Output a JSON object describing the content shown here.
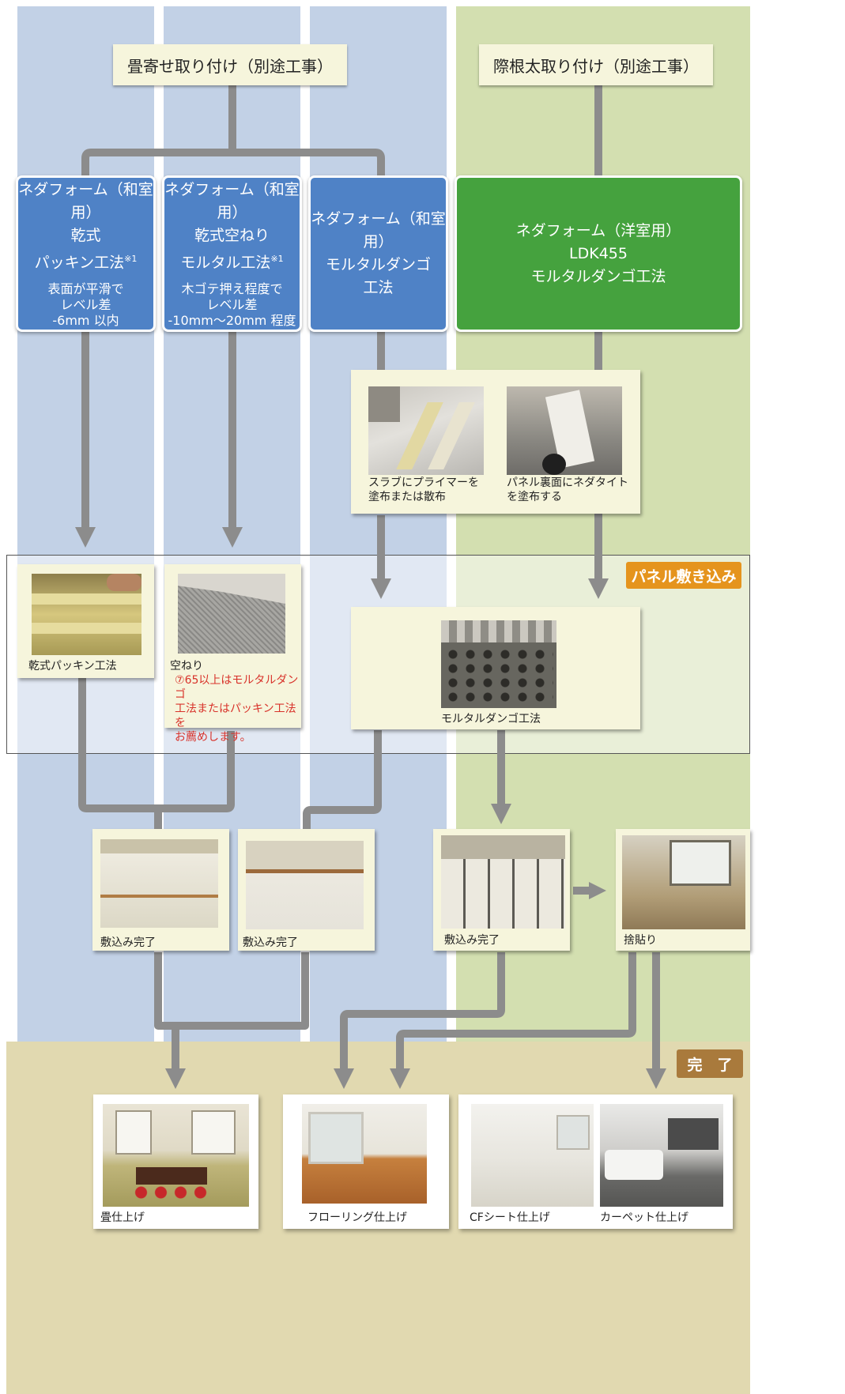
{
  "colors": {
    "blue_band": "#c2d1e6",
    "green_band": "#d3dfb0",
    "blue_box": "#4f82c6",
    "green_box": "#45a23e",
    "cream": "#f6f5dc",
    "tan_band": "#e1d9b0",
    "arrow": "#8c8c8c",
    "orange_tag": "#e5941d",
    "brown_tag": "#a97a3c",
    "note_red": "#d8322a"
  },
  "headers": {
    "left": "畳寄せ取り付け（別途工事）",
    "right": "際根太取り付け（別途工事）"
  },
  "methods": [
    {
      "line1": "ネダフォーム（和室用）",
      "line2": "乾式",
      "line3": "パッキン工法",
      "mark": "※1",
      "sub1": "表面が平滑で",
      "sub2": "レベル差",
      "sub3": "-6mm 以内"
    },
    {
      "line1": "ネダフォーム（和室用）",
      "line2": "乾式空ねり",
      "line3": "モルタル工法",
      "mark": "※1",
      "sub1": "木ゴテ押え程度で",
      "sub2": "レベル差",
      "sub3": "-10mm～20mm 程度"
    },
    {
      "line1": "ネダフォーム（和室用）",
      "line2": "モルタルダンゴ",
      "line3": "工法"
    },
    {
      "line1": "ネダフォーム（洋室用）",
      "line2": "LDK455",
      "line3": "モルタルダンゴ工法"
    }
  ],
  "prep": {
    "primer_caption_1": "スラブにプライマーを",
    "primer_caption_2": "塗布または散布",
    "tite_caption_1": "パネル裏面にネダタイト",
    "tite_caption_2": "を塗布する"
  },
  "stage_panel": {
    "tag": "パネル敷き込み",
    "packing_caption": "乾式パッキン工法",
    "karaneri_caption": "空ねり",
    "note_icon": "⑦",
    "note_1": "65以上はモルタルダンゴ",
    "note_2": "工法またはパッキン工法を",
    "note_3": "お薦めします。",
    "dango_caption": "モルタルダンゴ工法"
  },
  "laid": {
    "caption_1": "敷込み完了",
    "caption_2": "敷込み完了",
    "caption_3": "敷込み完了",
    "caption_4": "捨貼り"
  },
  "stage_done": {
    "tag": "完　了",
    "tatami": "畳仕上げ",
    "flooring": "フローリング仕上げ",
    "cf": "CFシート仕上げ",
    "carpet": "カーペット仕上げ"
  }
}
